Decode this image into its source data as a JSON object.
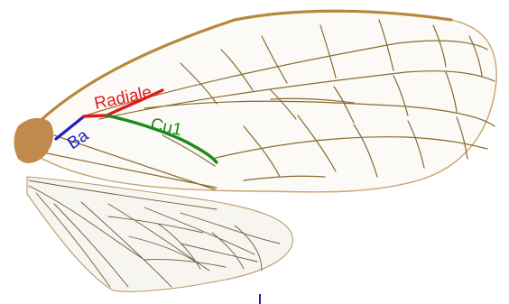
{
  "labels": {
    "ba": "Ba",
    "radiale": "Radiale",
    "cu1": "Cu1"
  },
  "colors": {
    "ba": "#1f1fbf",
    "radiale": "#e01a1a",
    "cu1": "#1c8a1c",
    "vein": "#8a6a2e",
    "costa": "#b8883a",
    "background": "#ffffff"
  }
}
